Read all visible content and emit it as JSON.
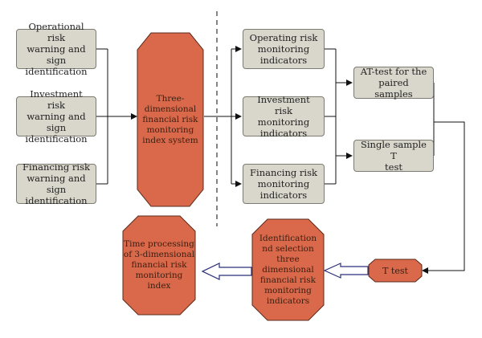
{
  "diagram": {
    "left_boxes": [
      "Operational risk\nwarning and sign\nidentification",
      "Investment risk\nwarning and sign\nidentification",
      "Financing risk\nwarning and sign\nidentification"
    ],
    "center_octagon": "Three-\ndimensional\nfinancial risk\nmonitoring\nindex system",
    "indicator_boxes": [
      "Operating risk\nmonitoring\nindicators",
      "Investment risk\nmonitoring\nindicators",
      "Financing risk\nmonitoring\nindicators"
    ],
    "test_boxes": [
      "AT-test for the\npaired samples",
      "Single sample T\ntest"
    ],
    "t_test": "T test",
    "identification_octagon": "Identification\nnd selection\nthree\ndimensional\nfinancial risk\nmonitoring\nindicators",
    "time_octagon": "Time processing\nof 3-dimensional\nfinancial risk\nmonitoring\nindex"
  },
  "colors": {
    "box_fill": "#d9d6cc",
    "box_border": "#7b7b72",
    "octagon_fill": "#d9694a",
    "octagon_border": "#5a2a1a",
    "arrow_outline": "#2b2e7a"
  }
}
